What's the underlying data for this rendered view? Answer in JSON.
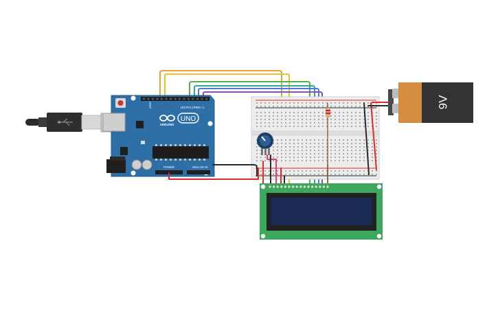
{
  "arduino": {
    "brand": "ARDUINO",
    "model": "UNO",
    "digital_label": "DIGITAL (PWM ~)",
    "power_label": "POWER",
    "analog_label": "ANALOG IN",
    "board_color": "#2f6fa8",
    "icon": "arduino-infinity-icon"
  },
  "battery": {
    "label": "9V",
    "body_color": "#333333",
    "band_color": "#d68c3f"
  },
  "usb": {
    "icon": "usb-plug-icon"
  },
  "breadboard": {
    "color": "#ececec"
  },
  "lcd": {
    "pcb_color": "#3ea75e",
    "screen_color": "#1b2b54"
  },
  "colors": {
    "wire_orange": "#e8a13a",
    "wire_yellow": "#e6c619",
    "wire_green": "#52b147",
    "wire_teal": "#2aa7a0",
    "wire_blue": "#4a7bd8",
    "wire_purple": "#8d47c9",
    "wire_red": "#e02a2a",
    "wire_black": "#2b2b2b",
    "wire_pink": "#d8407c"
  }
}
